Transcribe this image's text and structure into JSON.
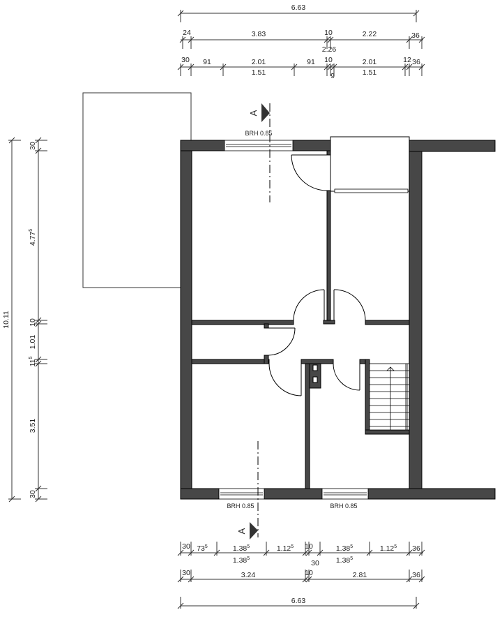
{
  "drawing": {
    "type": "floor-plan",
    "colors": {
      "wall": "#474747",
      "line": "#000000",
      "background": "#ffffff"
    },
    "section_marker": {
      "label": "A"
    },
    "window_labels": [
      "BRH 0.85",
      "BRH 0.85",
      "BRH 0.85"
    ]
  },
  "dimensions": {
    "top": {
      "overall": "6.63",
      "row2": {
        "a": "24",
        "b": "3.83",
        "c": "10",
        "c_below": "2.26",
        "d": "2.22",
        "e": "36"
      },
      "row3": {
        "a": "30",
        "b": "91",
        "c": "2.01",
        "c_below": "1.51",
        "d": "91",
        "e": "10",
        "e_below": "9",
        "f": "2.01",
        "f_below": "1.51",
        "g": "12",
        "h": "36"
      }
    },
    "left": {
      "overall": "10.11",
      "segments": {
        "a": "30",
        "b": "4.77",
        "b_sup": "5",
        "c": "10",
        "d": "1.01",
        "e": "11",
        "e_sup": "5",
        "f": "3.51",
        "g": "30"
      }
    },
    "bottom": {
      "row1": {
        "a": "30",
        "b": "73",
        "b_sup": "5",
        "c": "1.38",
        "c_sup": "5",
        "c_below": "1.38",
        "c_below_sup": "5",
        "d": "1.12",
        "d_sup": "5",
        "e": "10",
        "e_below": "30",
        "f": "1.38",
        "f_sup": "5",
        "f_below": "1.38",
        "f_below_sup": "5",
        "g": "1.12",
        "g_sup": "5",
        "h": "36"
      },
      "row2": {
        "a": "30",
        "b": "3.24",
        "c": "10",
        "d": "2.81",
        "e": "36"
      },
      "overall": "6.63"
    }
  }
}
